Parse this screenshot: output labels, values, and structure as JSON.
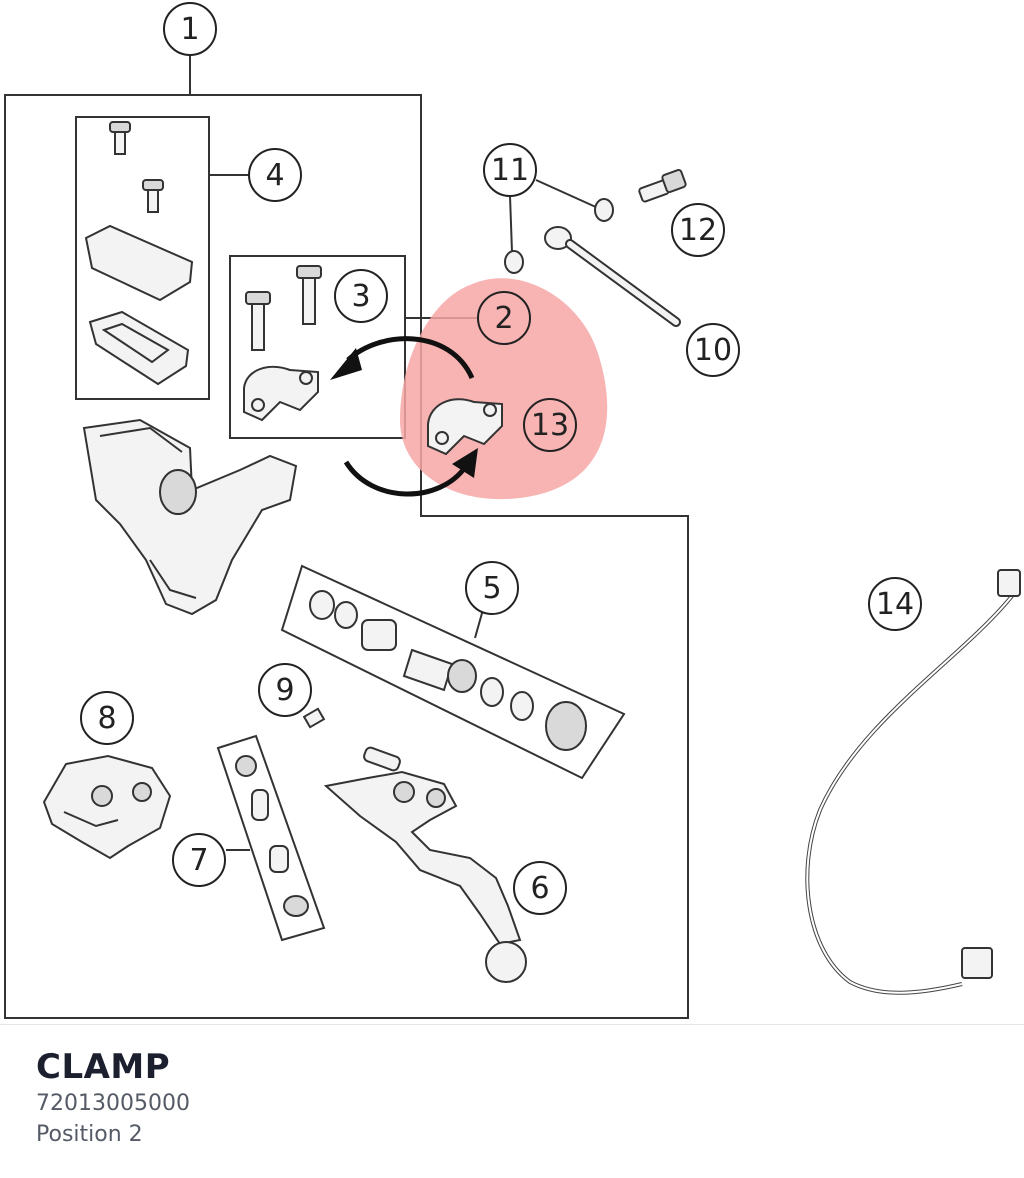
{
  "diagram": {
    "callouts": [
      "1",
      "2",
      "3",
      "4",
      "5",
      "6",
      "7",
      "8",
      "9",
      "10",
      "11",
      "12",
      "13",
      "14"
    ],
    "highlight_color": "#f7a6a6"
  },
  "caption": {
    "title": "CLAMP",
    "part_number": "72013005000",
    "position": "Position 2"
  }
}
